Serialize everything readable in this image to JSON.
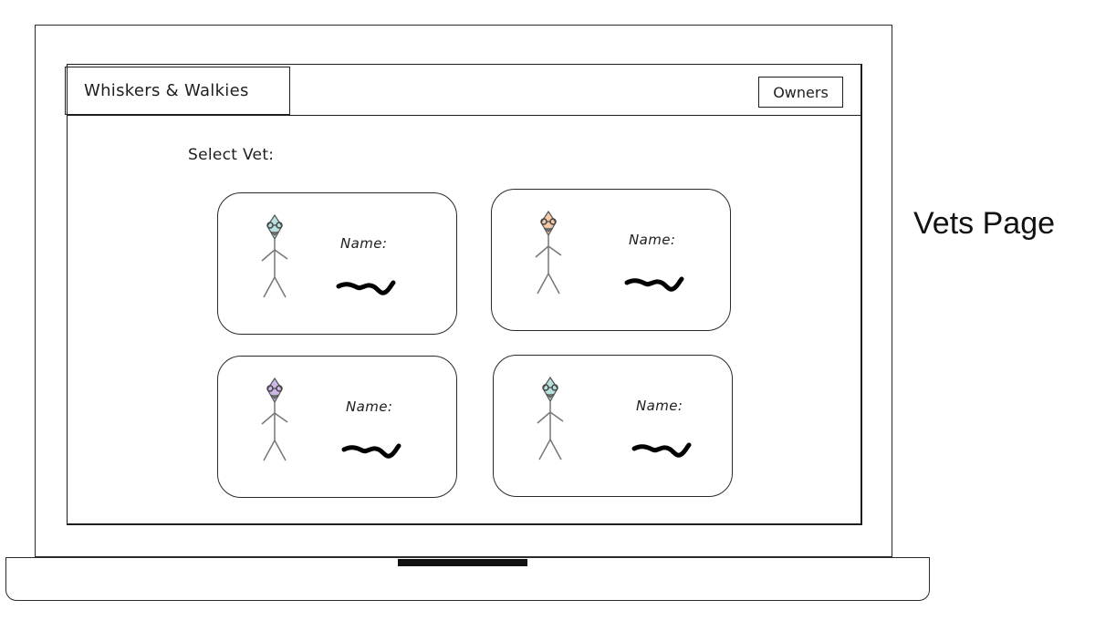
{
  "app": {
    "brand": "Whiskers & Walkies",
    "nav": {
      "owners_label": "Owners"
    }
  },
  "main": {
    "section_label": "Select Vet:",
    "vets": [
      {
        "name_label": "Name:",
        "head_color": "#b7e0e0"
      },
      {
        "name_label": "Name:",
        "head_color": "#f4c9a8"
      },
      {
        "name_label": "Name:",
        "head_color": "#cdb8e8"
      },
      {
        "name_label": "Name:",
        "head_color": "#b7e0dc"
      }
    ]
  },
  "caption": "Vets Page"
}
